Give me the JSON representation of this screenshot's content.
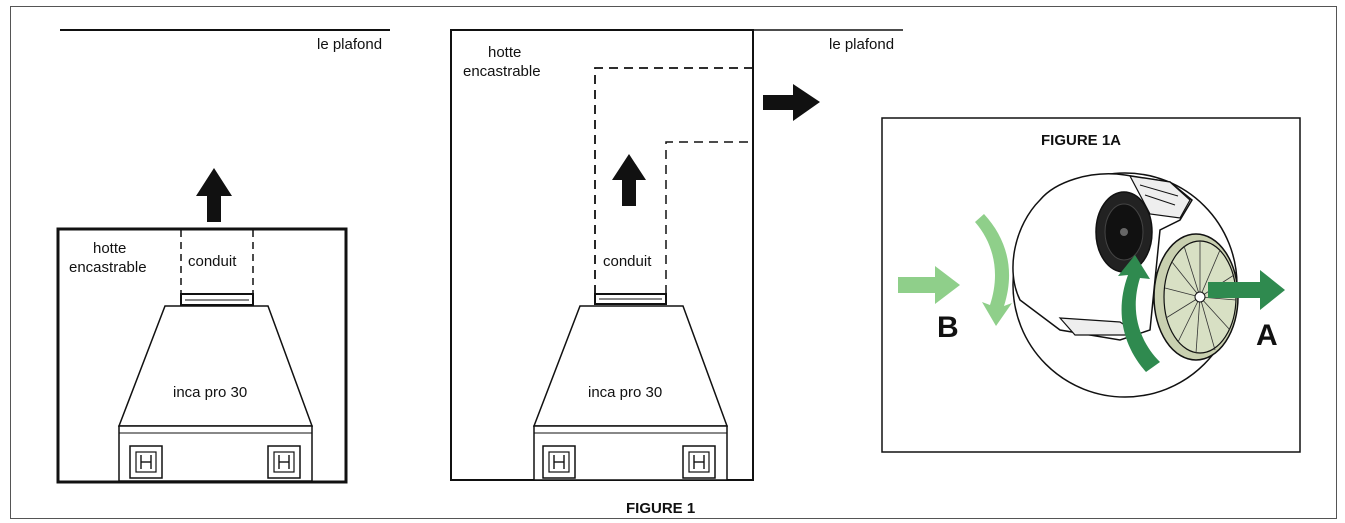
{
  "figure_caption": "FIGURE 1",
  "left_diagram": {
    "ceiling_label": "le plafond",
    "hood_label_line1": "hotte",
    "hood_label_line2": "encastrable",
    "duct_label": "conduit",
    "model_label": "inca pro 30"
  },
  "middle_diagram": {
    "ceiling_label": "le plafond",
    "hood_label_line1": "hotte",
    "hood_label_line2": "encastrable",
    "duct_label": "conduit",
    "model_label": "inca pro 30"
  },
  "inset": {
    "title": "FIGURE 1A",
    "label_a": "A",
    "label_b": "B"
  },
  "colors": {
    "line": "#111111",
    "arrow_light_green": "#8fcf8a",
    "arrow_dark_green": "#2f8a4f",
    "filter_fill": "#d8e0c4"
  }
}
